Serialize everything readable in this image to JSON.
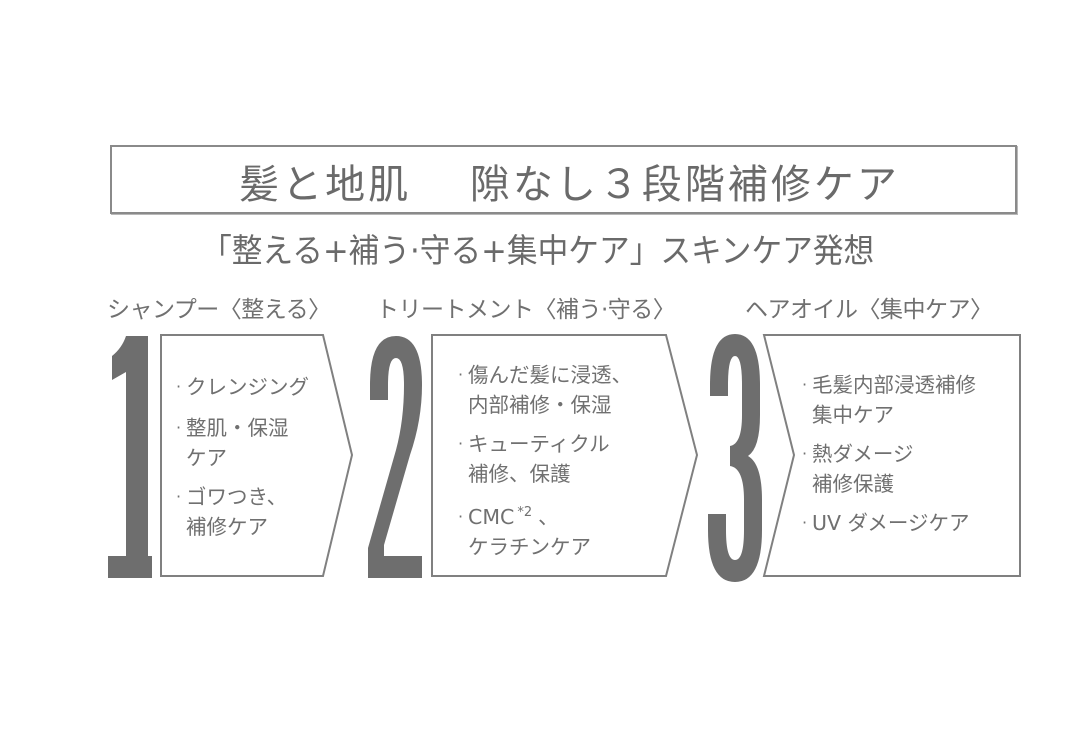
{
  "header": {
    "title": "髪と地肌　 隙なし３段階補修ケア",
    "subtitle": "「整える+補う·守る+集中ケア」スキンケア発想"
  },
  "colors": {
    "text": "#6e6e6e",
    "numeral": "#6e6e6e",
    "border": "#8a8a8a",
    "background": "#ffffff"
  },
  "steps": [
    {
      "number": "1",
      "header": "シャンプー〈整える〉",
      "items": [
        {
          "lines": [
            "クレンジング"
          ]
        },
        {
          "lines": [
            "整肌・保湿",
            "ケア"
          ]
        },
        {
          "lines": [
            "ゴワつき、",
            "補修ケア"
          ]
        }
      ]
    },
    {
      "number": "2",
      "header": "トリートメント〈補う·守る〉",
      "items": [
        {
          "lines": [
            "傷んだ髪に浸透、",
            "内部補修・保湿"
          ]
        },
        {
          "lines": [
            "キューティクル",
            "補修、保護"
          ]
        },
        {
          "lines": [
            "CMC",
            "ケラチンケア"
          ],
          "note": "*2",
          "note_suffix": "、"
        }
      ]
    },
    {
      "number": "3",
      "header": "ヘアオイル〈集中ケア〉",
      "items": [
        {
          "lines": [
            "毛髪内部浸透補修",
            "集中ケア"
          ]
        },
        {
          "lines": [
            "熱ダメージ",
            "補修保護"
          ]
        },
        {
          "lines": [
            "UV ダメージケア"
          ]
        }
      ]
    }
  ],
  "bullet": "·"
}
